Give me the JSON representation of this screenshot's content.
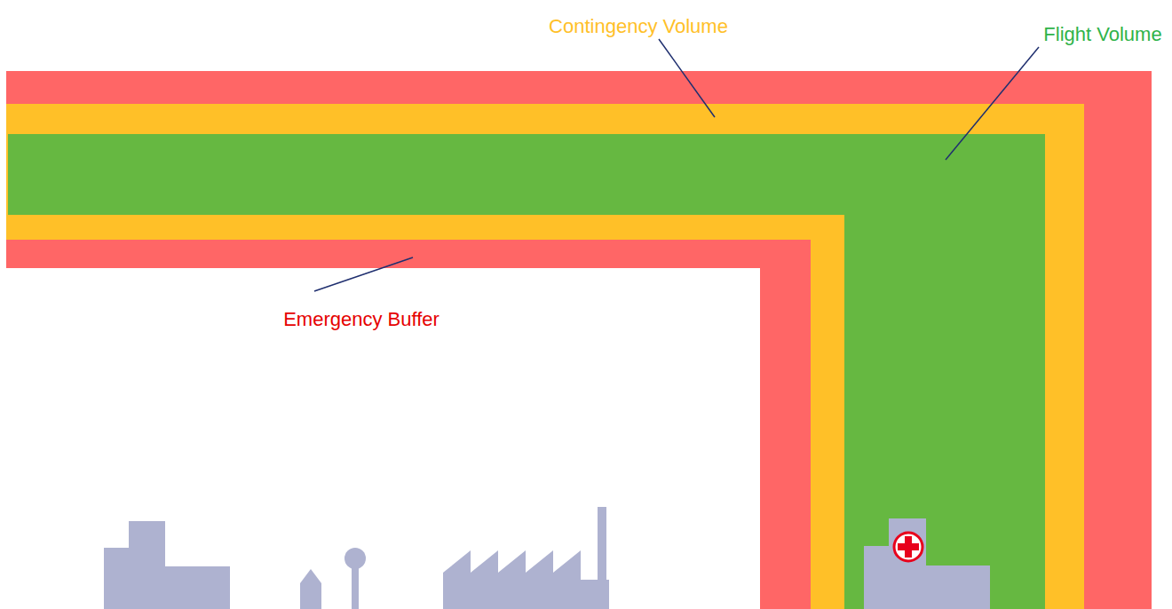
{
  "diagram": {
    "labels": [
      "Contingency Volume",
      "Flight Volume",
      "Emergency Buffer"
    ]
  }
}
